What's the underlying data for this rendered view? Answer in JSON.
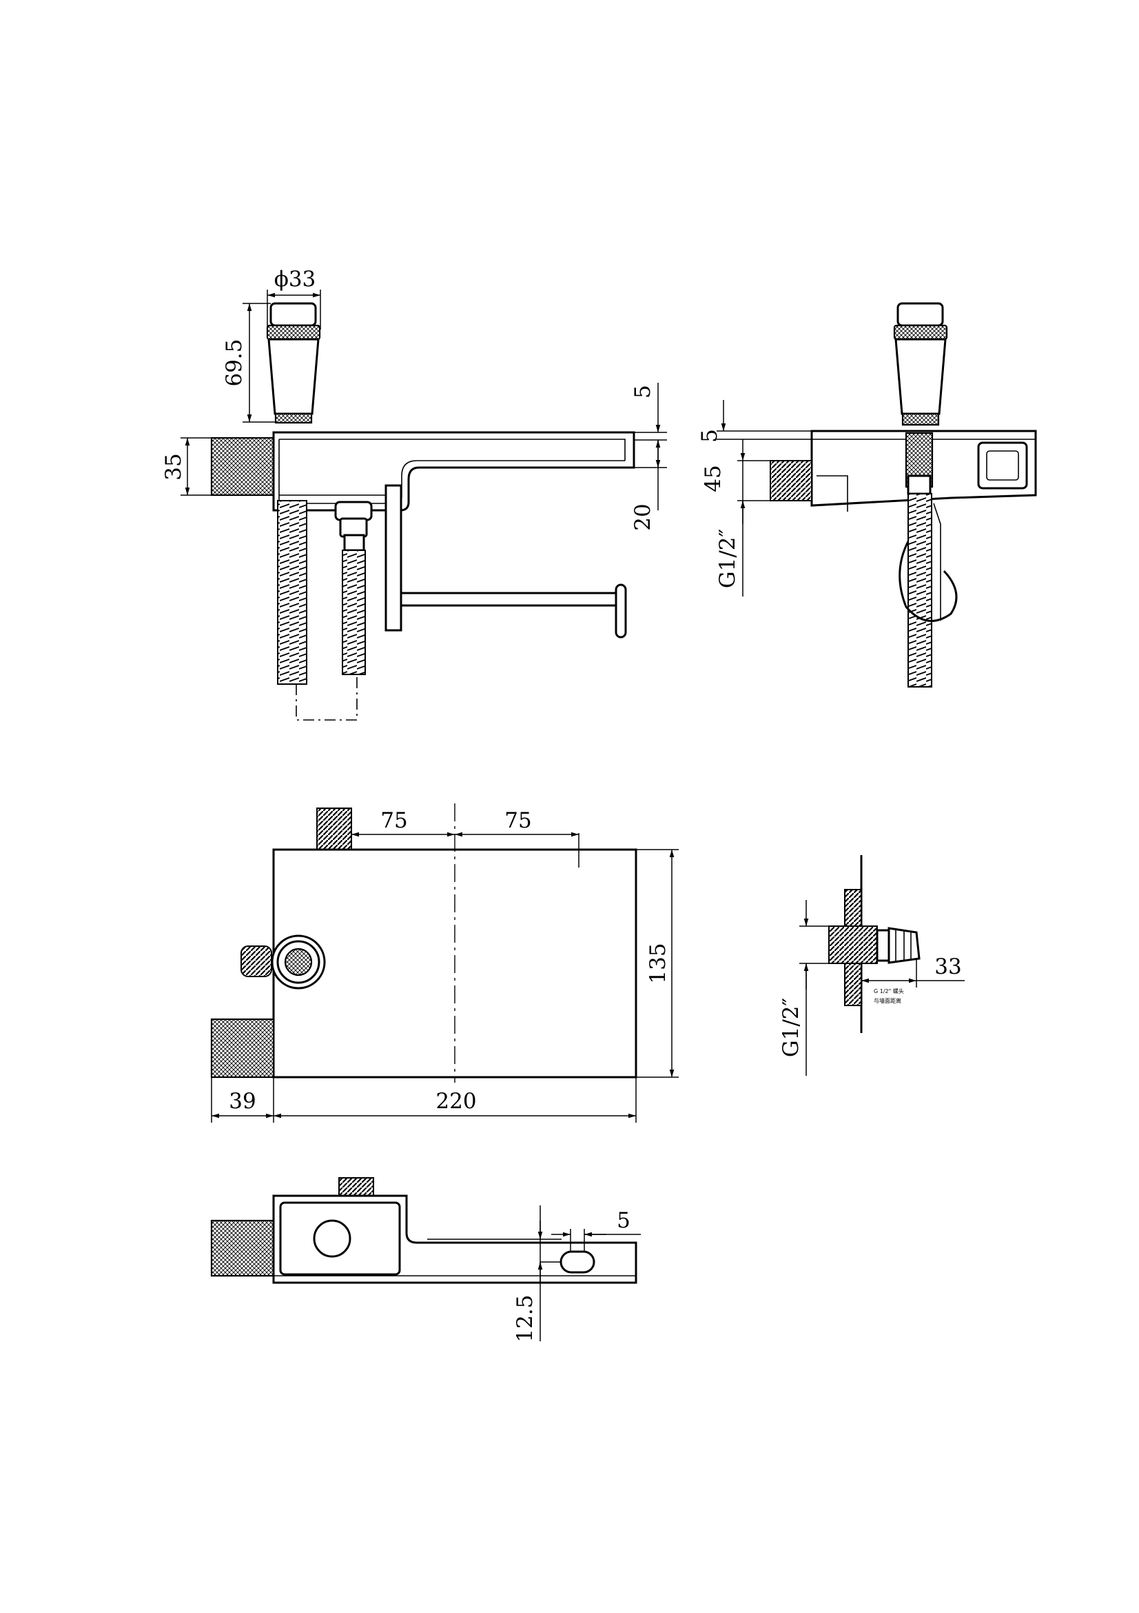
{
  "dimensions": {
    "handle_diameter": "ϕ33",
    "handle_height": "69.5",
    "spout_tip_thickness": "5",
    "body_height": "35",
    "spout_drop": "20",
    "side_top_offset": "5",
    "side_inlet_height": "45",
    "side_thread": "G1/2″",
    "top_left_spacing": "75",
    "top_right_spacing": "75",
    "top_depth": "135",
    "top_handle_width": "39",
    "top_body_length": "220",
    "bottom_slot_width": "5",
    "bottom_slot_offset": "12.5",
    "fitting_length": "33",
    "fitting_thread": "G1/2″"
  },
  "fitting_note": {
    "line1": "G 1/2\" 螺头",
    "line2": "与墙面距离"
  }
}
